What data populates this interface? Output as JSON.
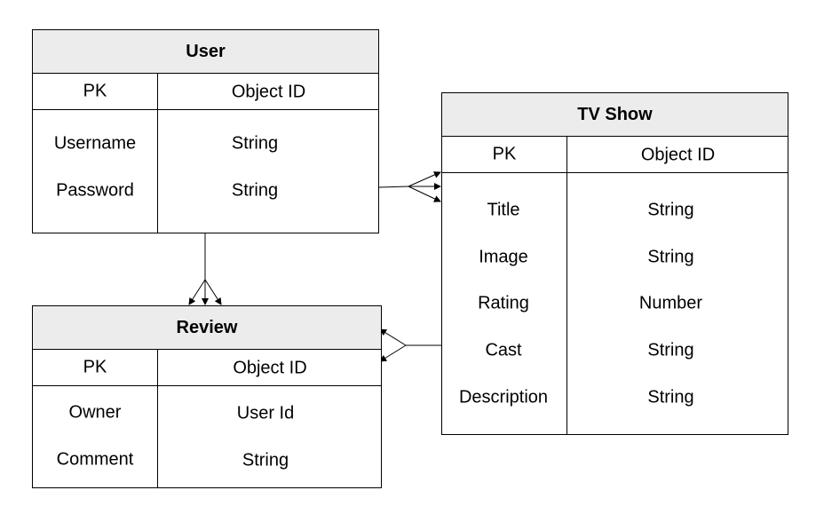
{
  "entities": {
    "user": {
      "title": "User",
      "pk_label": "PK",
      "pk_type": "Object ID",
      "fields": [
        {
          "name": "Username",
          "type": "String"
        },
        {
          "name": "Password",
          "type": "String"
        }
      ]
    },
    "tv_show": {
      "title": "TV Show",
      "pk_label": "PK",
      "pk_type": "Object ID",
      "fields": [
        {
          "name": "Title",
          "type": "String"
        },
        {
          "name": "Image",
          "type": "String"
        },
        {
          "name": "Rating",
          "type": "Number"
        },
        {
          "name": "Cast",
          "type": "String"
        },
        {
          "name": "Description",
          "type": "String"
        }
      ]
    },
    "review": {
      "title": "Review",
      "pk_label": "PK",
      "pk_type": "Object ID",
      "fields": [
        {
          "name": "Owner",
          "type": "User Id"
        },
        {
          "name": "Comment",
          "type": "String"
        }
      ]
    }
  },
  "relationships": [
    {
      "from": "User",
      "to": "TV Show",
      "notation": "crow-foot"
    },
    {
      "from": "User",
      "to": "Review",
      "notation": "crow-foot"
    },
    {
      "from": "TV Show",
      "to": "Review",
      "notation": "crow-foot"
    }
  ],
  "colors": {
    "header_fill": "#ececec",
    "stroke": "#000000",
    "background": "#ffffff"
  }
}
